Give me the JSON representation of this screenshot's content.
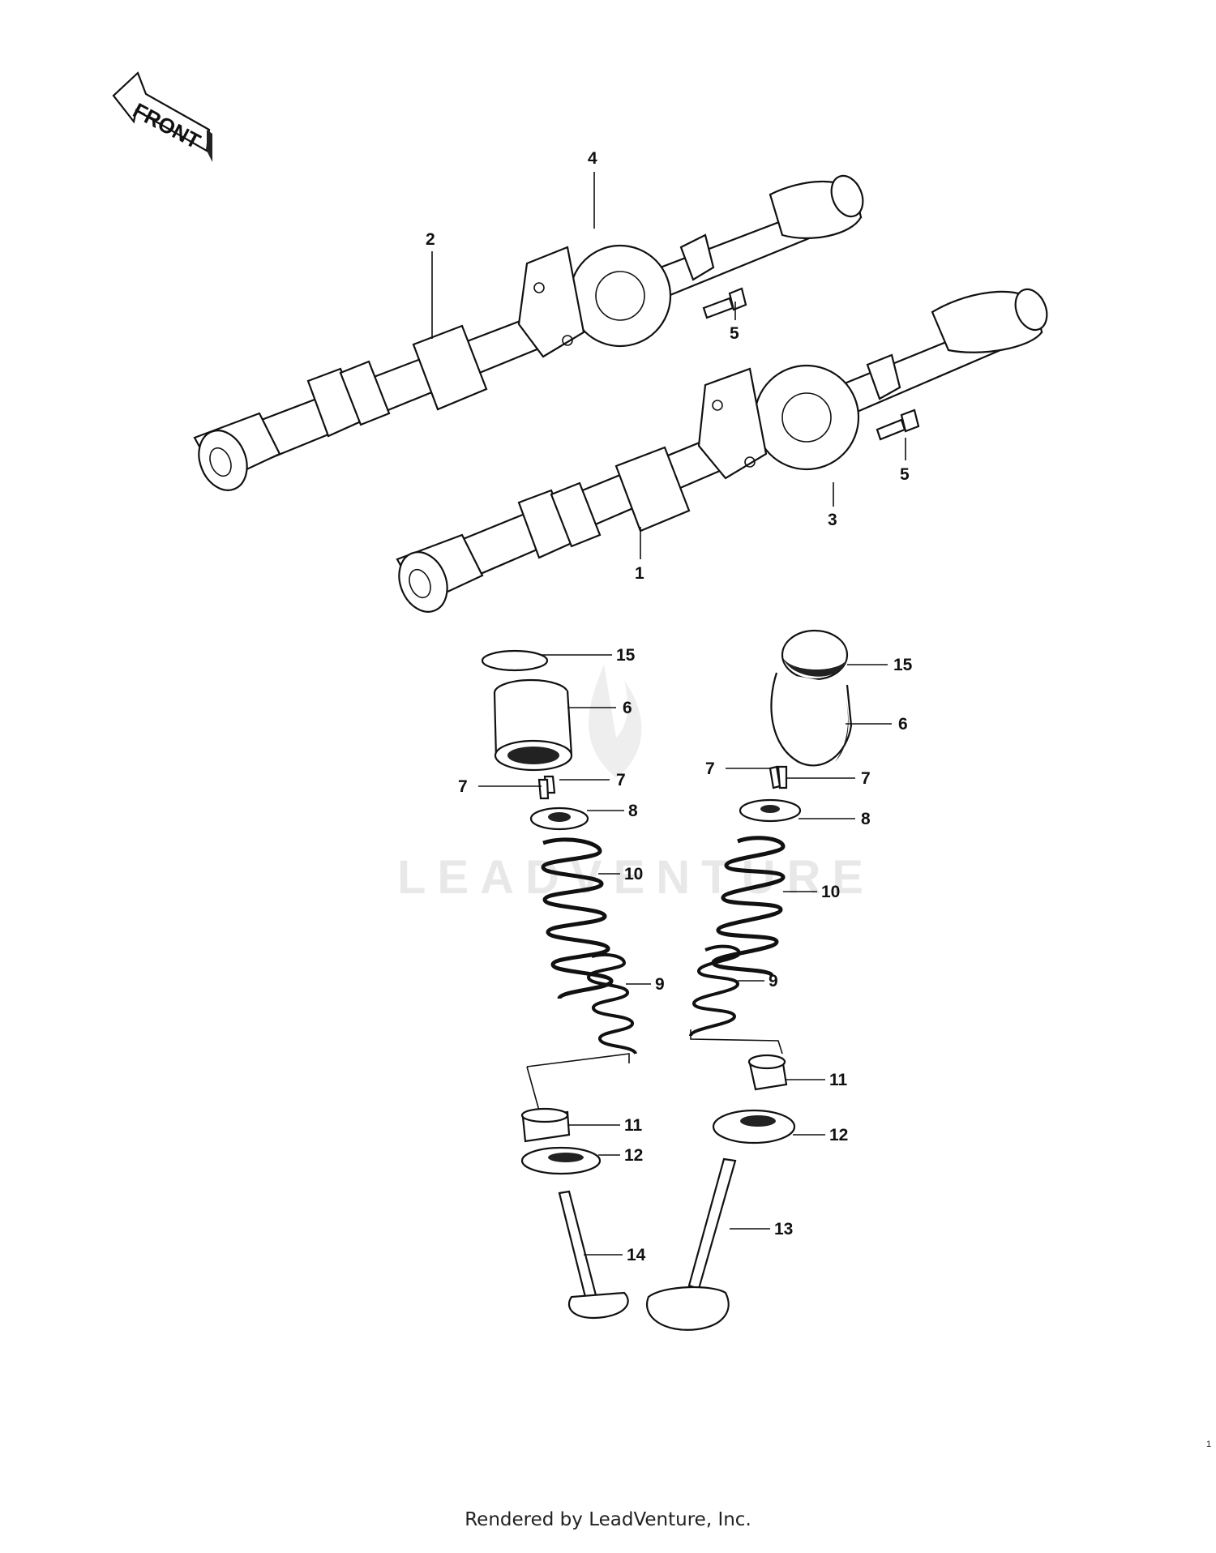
{
  "front_label": "FRONT",
  "watermark": "LEADVENTURE",
  "footer": "Rendered by LeadVenture, Inc.",
  "page_number": "1",
  "callouts": {
    "p1": "1",
    "p2": "2",
    "p3": "3",
    "p4": "4",
    "p5a": "5",
    "p5b": "5",
    "p6a": "6",
    "p6b": "6",
    "p7a": "7",
    "p7b": "7",
    "p7c": "7",
    "p7d": "7",
    "p8a": "8",
    "p8b": "8",
    "p9a": "9",
    "p9b": "9",
    "p10a": "10",
    "p10b": "10",
    "p11a": "11",
    "p11b": "11",
    "p12a": "12",
    "p12b": "12",
    "p13": "13",
    "p14": "14",
    "p15a": "15",
    "p15b": "15"
  }
}
